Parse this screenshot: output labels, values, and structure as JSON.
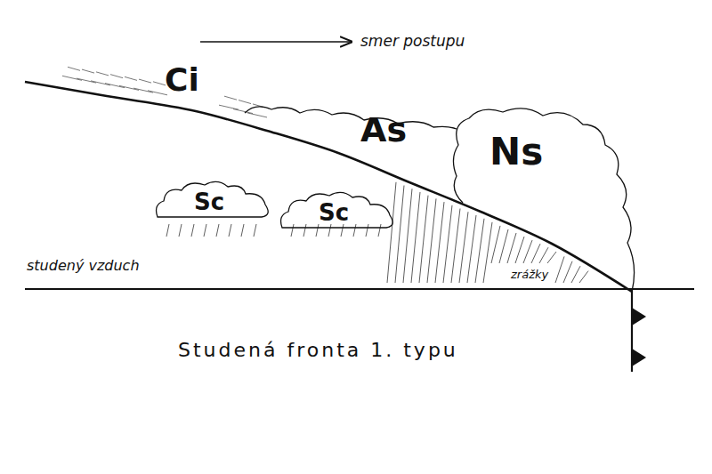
{
  "diagram": {
    "caption": "Studená fronta 1. typu",
    "nodes": [
      {
        "text": [
          "As"
        ]
      },
      {
        "text": [
          "Ns"
        ]
      },
      {
        "text": [
          "Sc"
        ]
      },
      {
        "text": [
          "Sc"
        ]
      }
    ],
    "labels": [
      "smer postupu",
      "Ci",
      "studený vzduch",
      "zrážky"
    ]
  }
}
